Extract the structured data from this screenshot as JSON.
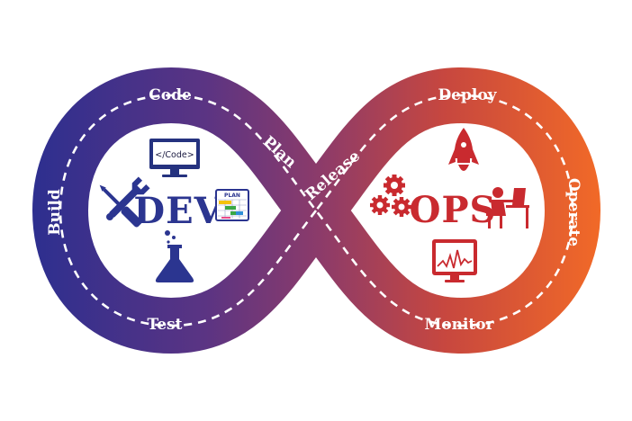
{
  "dev_label": "DEV",
  "ops_label": "OPS",
  "code_screen_text": "</Code>",
  "plan_board_text": "PLAN",
  "stages": {
    "code": "Code",
    "build": "Build",
    "test": "Test",
    "plan": "Plan",
    "release": "Release",
    "deploy": "Deploy",
    "operate": "Operate",
    "monitor": "Monitor"
  },
  "colors": {
    "dev_blue": "#2b3590",
    "loop_left": "#3a2f8c",
    "loop_middle": "#8a3a6a",
    "loop_right": "#f0682a",
    "ops_red": "#c92a2f"
  },
  "icons": {
    "dev": [
      "code-monitor-icon",
      "wrench-screwdriver-icon",
      "plan-board-icon",
      "flask-icon"
    ],
    "ops": [
      "rocket-icon",
      "gears-icon",
      "operator-desk-icon",
      "monitor-graph-icon"
    ]
  }
}
